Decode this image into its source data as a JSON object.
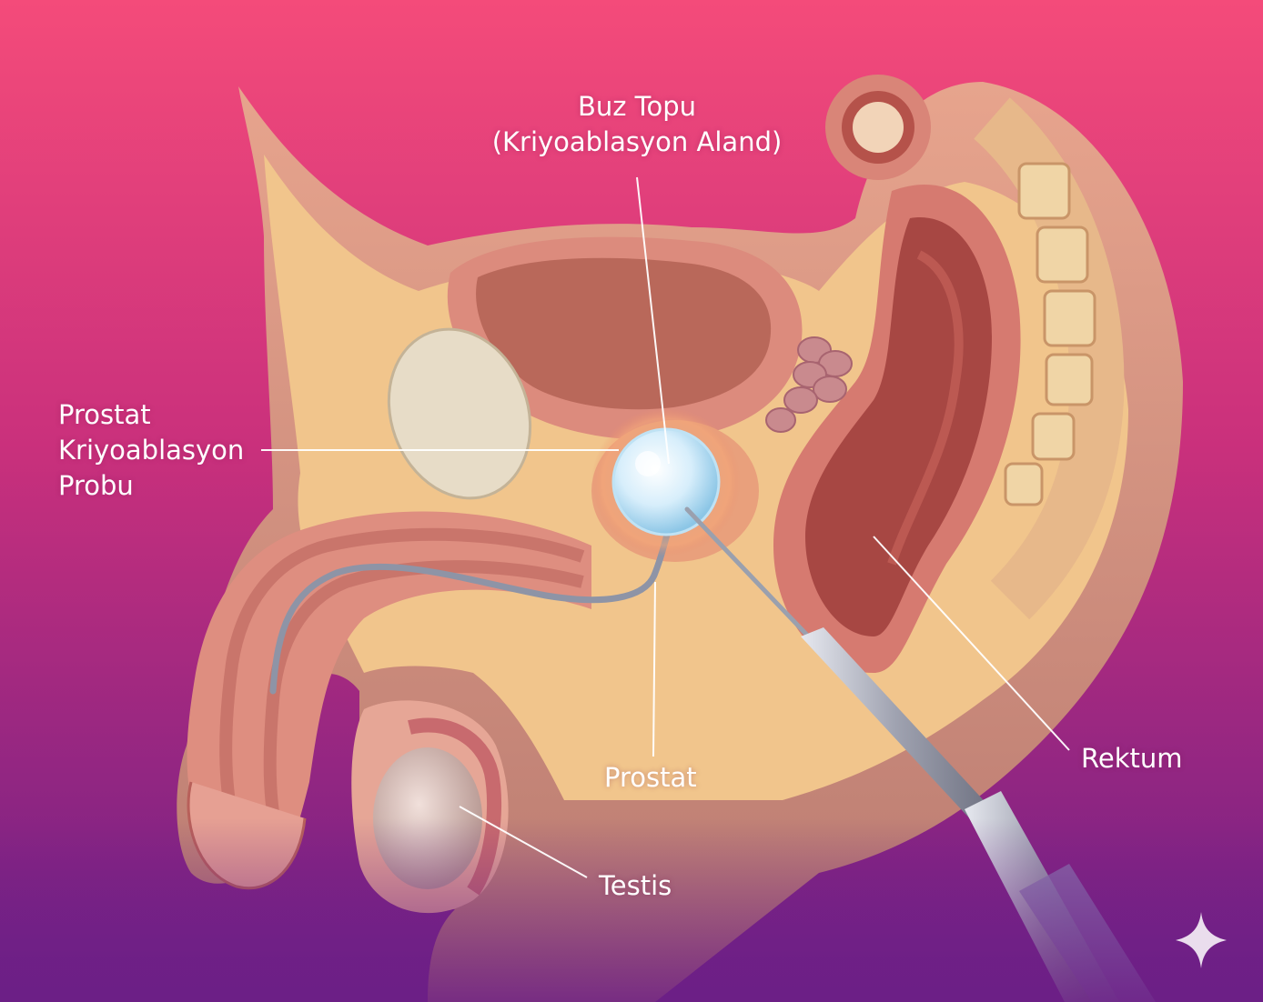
{
  "labels": {
    "ice_ball": {
      "line1": "Buz Topu",
      "line2": "(Kriyoablasyon Aland)"
    },
    "probe": {
      "line1": "Prostat",
      "line2": "Kriyoablasyon",
      "line3": "Probu"
    },
    "prostate": "Prostat",
    "rectum": "Rektum",
    "testis": "Testis"
  },
  "colors": {
    "background_top": "#f24a7c",
    "background_mid": "#c0307e",
    "background_bottom": "#6a1e85",
    "skin": "#d99880",
    "fat": "#f2c98c",
    "tissue_pink": "#d9827a",
    "lumen": "#b8534a",
    "ice_ball": "#dff3ff",
    "instrument": "#b4b6c2",
    "label_text": "#ffffff",
    "leader_line": "#ffffff"
  },
  "icons": {
    "watermark": "sparkle-icon"
  }
}
